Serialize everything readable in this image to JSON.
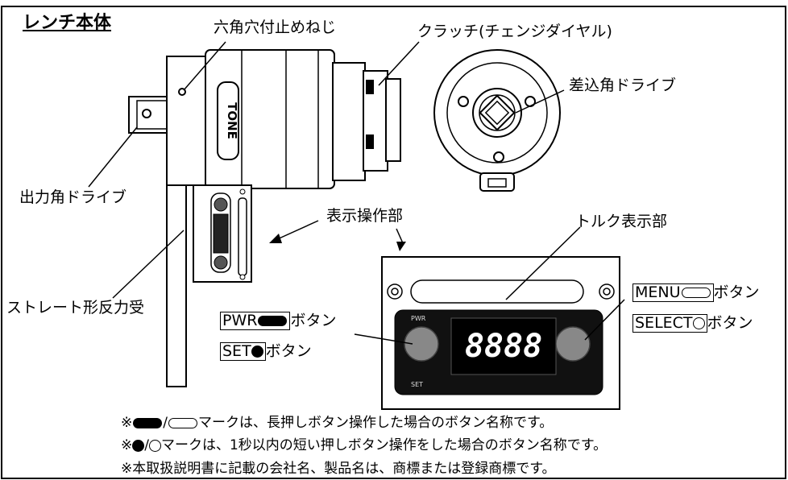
{
  "title": "レンチ本体",
  "labels": {
    "hex_screw": "六角穴付止めねじ",
    "clutch": "クラッチ(チェンジダイヤル)",
    "square_drive_in": "差込角ドライブ",
    "output_drive": "出力角ドライブ",
    "display_panel": "表示操作部",
    "torque_display": "トルク表示部",
    "reaction_arm": "ストレート形反力受",
    "pwr_text": "PWR",
    "pwr_suffix": "ボタン",
    "set_text": "SET",
    "set_suffix": "ボタン",
    "menu_text": "MENU",
    "menu_suffix": "ボタン",
    "select_text": "SELECT",
    "select_suffix": "ボタン"
  },
  "device": {
    "brand": "TONE",
    "readout": "8888",
    "panel_pwr": "PWR",
    "panel_set": "SET"
  },
  "notes": {
    "note1_prefix": "※",
    "note1_sep": "/",
    "note1_text": "マークは、長押しボタン操作した場合のボタン名称です。",
    "note2_prefix": "※",
    "note2_sep": "/",
    "note2_text": "マークは、1秒以内の短い押しボタン操作をした場合のボタン名称です。",
    "note3": "※本取扱説明書に記載の会社名、製品名は、商標または登録商標です。"
  }
}
